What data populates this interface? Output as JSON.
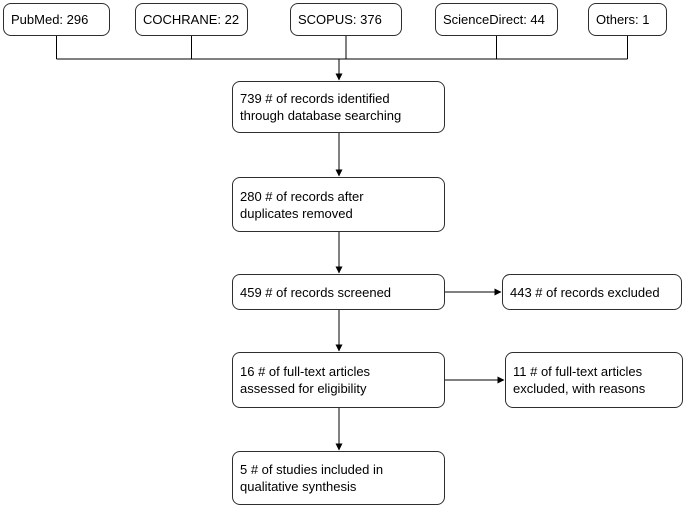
{
  "colors": {
    "background": "#ffffff",
    "box_border": "#2e2e2e",
    "connector_line": "#000000",
    "text": "#000000"
  },
  "sources": [
    {
      "label": "PubMed: 296"
    },
    {
      "label": "COCHRANE: 22"
    },
    {
      "label": "SCOPUS: 376"
    },
    {
      "label": "ScienceDirect: 44"
    },
    {
      "label": "Others: 1"
    }
  ],
  "flow": [
    {
      "label": "739 # of records identified\nthrough database searching"
    },
    {
      "label": "280 # of records after\nduplicates removed"
    },
    {
      "label": "459 # of records screened"
    },
    {
      "label": "16 # of full-text articles\nassessed for eligibility"
    },
    {
      "label": "5 # of studies included in\nqualitative synthesis"
    }
  ],
  "exclusions": [
    {
      "label": "443 # of records excluded"
    },
    {
      "label": "11 # of full-text articles\nexcluded, with reasons"
    }
  ]
}
